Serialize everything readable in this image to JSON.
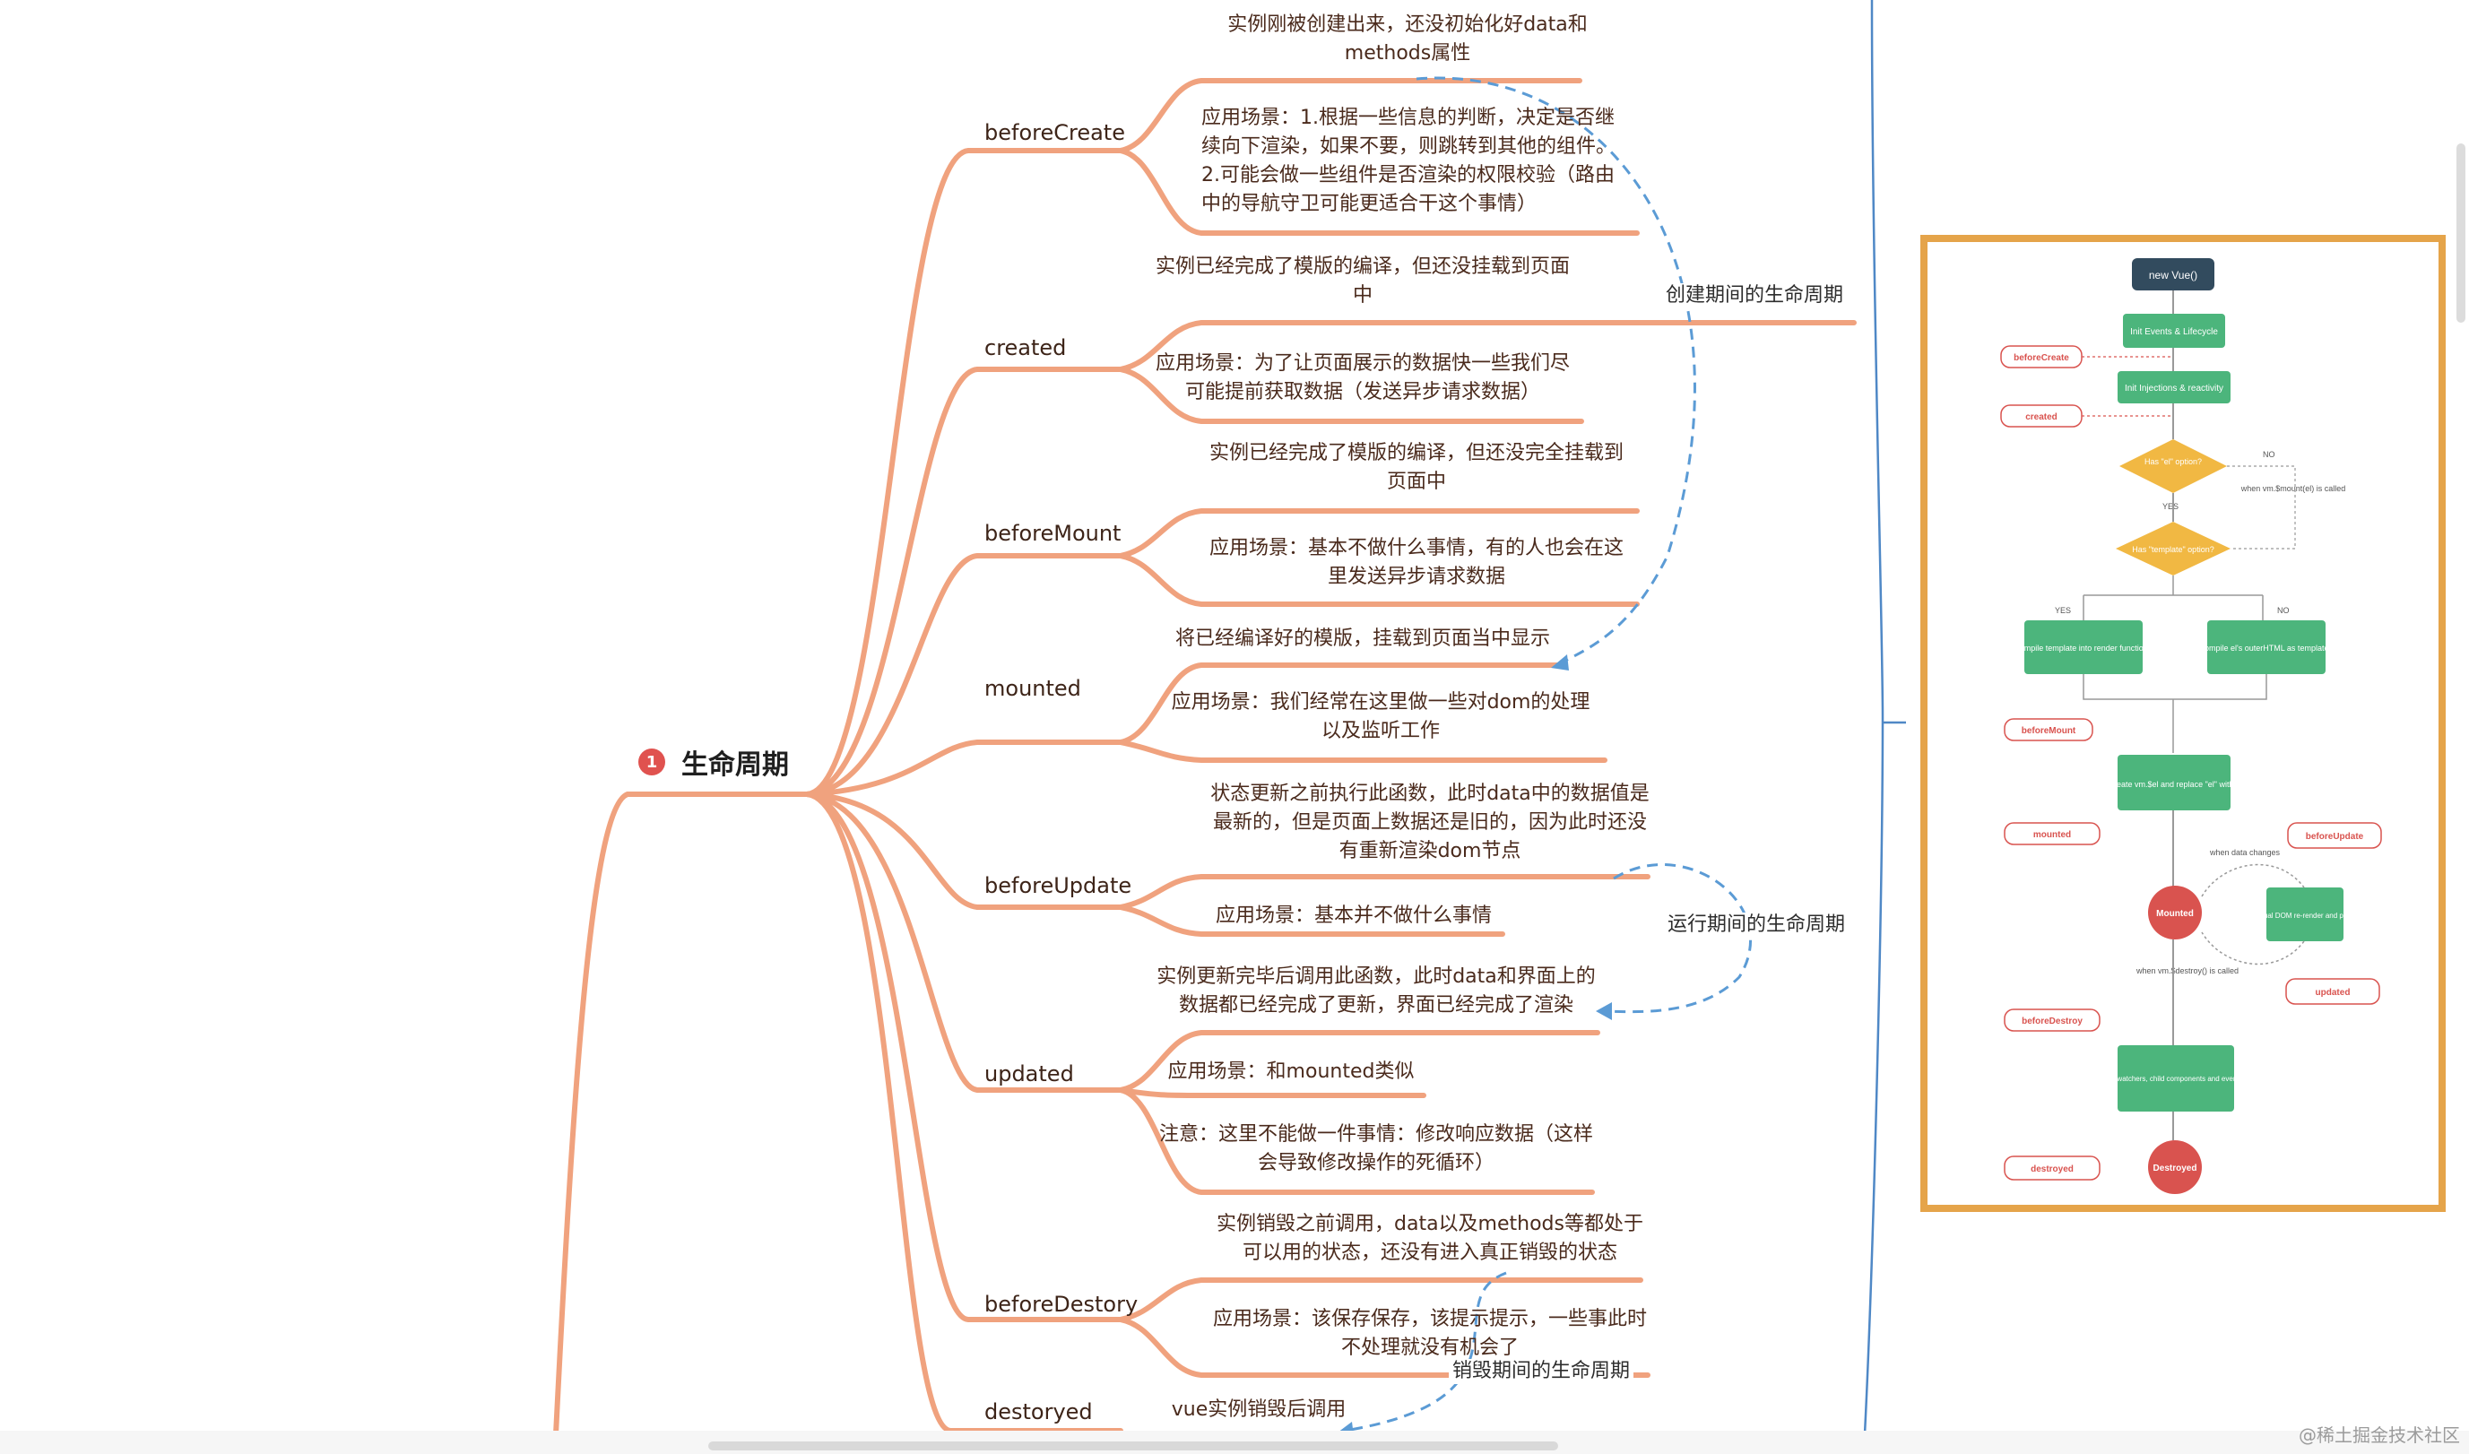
{
  "root": {
    "badge": "1",
    "title": "生命周期"
  },
  "branches": [
    {
      "label": "beforeCreate",
      "notes": [
        "实例刚被创建出来，还没初始化好data和methods属性",
        "应用场景：1.根据一些信息的判断，决定是否继续向下渲染，如果不要，则跳转到其他的组件。2.可能会做一些组件是否渲染的权限校验（路由中的导航守卫可能更适合干这个事情）"
      ]
    },
    {
      "label": "created",
      "notes": [
        "实例已经完成了模版的编译，但还没挂载到页面中",
        "应用场景：为了让页面展示的数据快一些我们尽可能提前获取数据（发送异步请求数据）"
      ]
    },
    {
      "label": "beforeMount",
      "notes": [
        "实例已经完成了模版的编译，但还没完全挂载到页面中",
        "应用场景：基本不做什么事情，有的人也会在这里发送异步请求数据"
      ]
    },
    {
      "label": "mounted",
      "notes": [
        "将已经编译好的模版，挂载到页面当中显示",
        "应用场景：我们经常在这里做一些对dom的处理以及监听工作"
      ]
    },
    {
      "label": "beforeUpdate",
      "notes": [
        "状态更新之前执行此函数，此时data中的数据值是最新的，但是页面上数据还是旧的，因为此时还没有重新渲染dom节点",
        "应用场景：基本并不做什么事情"
      ]
    },
    {
      "label": "updated",
      "notes": [
        "实例更新完毕后调用此函数，此时data和界面上的数据都已经完成了更新，界面已经完成了渲染",
        "应用场景：和mounted类似",
        "注意：这里不能做一件事情：修改响应数据（这样会导致修改操作的死循环）"
      ]
    },
    {
      "label": "beforeDestory",
      "notes": [
        "实例销毁之前调用，data以及methods等都处于可以用的状态，还没有进入真正销毁的状态",
        "应用场景：该保存保存，该提示提示，一些事此时不处理就没有机会了"
      ]
    },
    {
      "label": "destoryed",
      "notes": [
        "vue实例销毁后调用"
      ]
    }
  ],
  "phases": [
    "创建期间的生命周期",
    "运行期间的生命周期",
    "销毁期间的生命周期"
  ],
  "flow": {
    "new_vue": "new Vue()",
    "init_events": "Init Events & Lifecycle",
    "init_inj": "Init Injections & reactivity",
    "has_el": "Has \"el\" option?",
    "has_template": "Has \"template\" option?",
    "compile_template": "Compile template into render function *",
    "compile_el": "Compile el's outerHTML as template *",
    "create_vm": "Create vm.$el and replace \"el\" with it",
    "mounted_circle": "Mounted",
    "virtual_dom": "Virtual DOM re-render and patch",
    "teardown": "Teardown watchers, child components and event listeners",
    "destroyed_circle": "Destroyed",
    "when_mount": "when vm.$mount(el) is called",
    "when_data": "when data changes",
    "when_destroy": "when vm.$destroy() is called",
    "yes": "YES",
    "no": "NO",
    "hooks": {
      "beforeCreate": "beforeCreate",
      "created": "created",
      "beforeMount": "beforeMount",
      "mounted": "mounted",
      "beforeUpdate": "beforeUpdate",
      "updated": "updated",
      "beforeDestroy": "beforeDestroy",
      "destroyed": "destroyed"
    }
  },
  "watermark": "@稀土掘金技术社区",
  "colors": {
    "branch": "#f0a27e",
    "dash": "#5b9bd5",
    "frame": "#e5a44a",
    "green": "#4cb57c",
    "red": "#d9534f",
    "yellow": "#f1b843"
  }
}
